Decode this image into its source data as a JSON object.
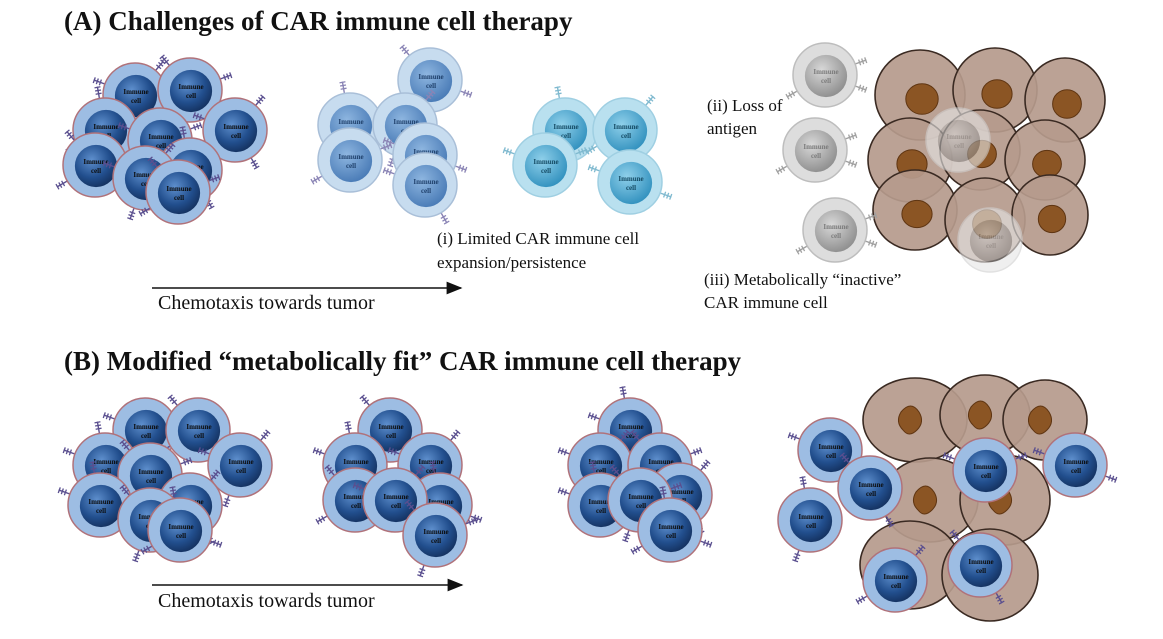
{
  "panel_a": {
    "title": "(A) Challenges of CAR immune cell therapy",
    "label_expansion_line1": "(i) Limited CAR immune cell",
    "label_expansion_line2": "expansion/persistence",
    "label_antigen_line1": "(ii) Loss of",
    "label_antigen_line2": "antigen",
    "label_inactive_line1": "(iii) Metabolically “inactive”",
    "label_inactive_line2": "CAR immune cell",
    "arrow_label": "Chemotaxis towards tumor"
  },
  "panel_b": {
    "title": "(B) Modified “metabolically fit” CAR immune cell therapy",
    "arrow_label": "Chemotaxis towards tumor"
  },
  "cell_text": {
    "line1": "Immune",
    "line2": "cell"
  },
  "colors": {
    "active_cell_outer": "#9dbde3",
    "active_cell_nucleus": "#1f4f8f",
    "faded_cell_outer": "#c7dcef",
    "faded_cell_nucleus": "#4f86c0",
    "cyan_cell_outer": "#b9e0ef",
    "cyan_cell_nucleus": "#3f9cc4",
    "gray_cell_outer": "#dddddd",
    "gray_cell_nucleus": "#9a9a9a",
    "tumor_cell": "#b59a8c",
    "tumor_nucleus": "#8b5524",
    "receptor": "#5a4f8f",
    "gray_receptor": "#a0a0a0"
  }
}
